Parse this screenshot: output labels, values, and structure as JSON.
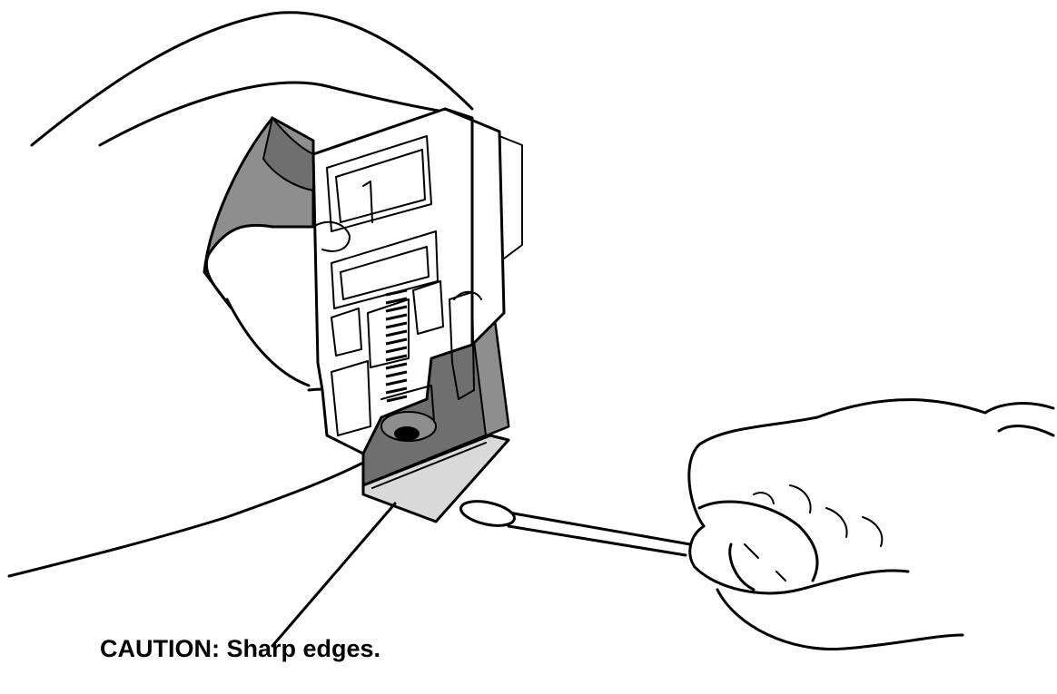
{
  "caption": "CAUTION: Sharp edges.",
  "colors": {
    "ink": "#000000",
    "shade_dark": "#6f6f6f",
    "shade_mid": "#8e8e8e",
    "shade_light": "#d9d9d9",
    "paper": "#ffffff"
  },
  "parts": {
    "left_hand": "hand",
    "printhead_assembly": "printhead",
    "spring": "spring",
    "blade": "sharp-edge",
    "swab": "cotton-swab",
    "right_hand": "hand",
    "leader_line": "leader-line"
  }
}
